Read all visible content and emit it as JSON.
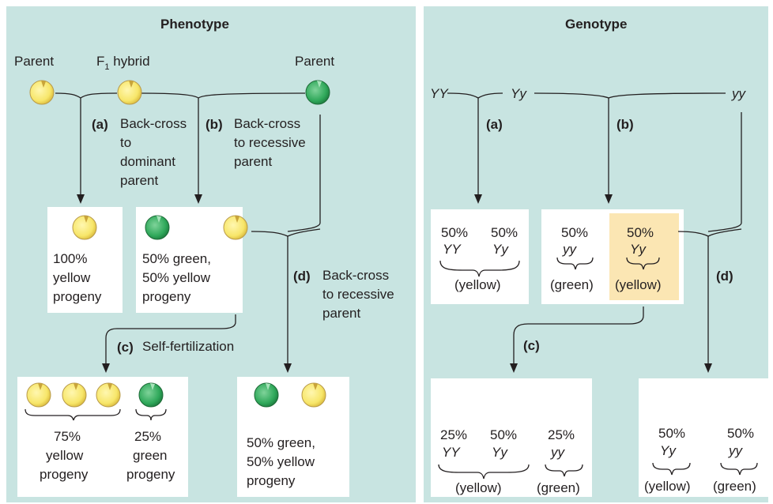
{
  "phenotype": {
    "title": "Phenotype",
    "parent_left": "Parent",
    "f1_prefix": "F",
    "f1_sub": "1",
    "f1_suffix": " hybrid",
    "parent_right": "Parent",
    "cross_a": {
      "label": "(a)",
      "text": [
        "Back-cross",
        "to",
        "dominant",
        "parent"
      ]
    },
    "cross_b": {
      "label": "(b)",
      "text": [
        "Back-cross",
        "to recessive",
        "parent"
      ]
    },
    "cross_c": {
      "label": "(c)",
      "text": "Self-fertilization"
    },
    "cross_d": {
      "label": "(d)",
      "text": [
        "Back-cross",
        "to recessive",
        "parent"
      ]
    },
    "box_a": [
      "100%",
      "yellow",
      "progeny"
    ],
    "box_b": [
      "50% green,",
      "50% yellow",
      "progeny"
    ],
    "box_c_yellow": [
      "75%",
      "yellow",
      "progeny"
    ],
    "box_c_green": [
      "25%",
      "green",
      "progeny"
    ],
    "box_d": [
      "50% green,",
      "50% yellow",
      "progeny"
    ]
  },
  "genotype": {
    "title": "Genotype",
    "g_yy_dom": "YY",
    "g_yy_het": "Yy",
    "g_yy_rec": "yy",
    "label_a": "(a)",
    "label_b": "(b)",
    "label_c": "(c)",
    "label_d": "(d)",
    "box_a": {
      "p1": "50%",
      "g1": "YY",
      "p2": "50%",
      "g2": "Yy",
      "pheno": "(yellow)"
    },
    "box_b": {
      "p1": "50%",
      "g1": "yy",
      "pheno1": "(green)",
      "p2": "50%",
      "g2": "Yy",
      "pheno2": "(yellow)"
    },
    "box_c": {
      "p1": "25%",
      "g1": "YY",
      "p2": "50%",
      "g2": "Yy",
      "pheno1": "(yellow)",
      "p3": "25%",
      "g3": "yy",
      "pheno2": "(green)"
    },
    "box_d": {
      "p1": "50%",
      "g1": "Yy",
      "pheno1": "(yellow)",
      "p2": "50%",
      "g2": "yy",
      "pheno2": "(green)"
    }
  },
  "colors": {
    "panel": "#c8e4e1",
    "yellow_pea": "#f7e66a",
    "green_pea": "#2fa85a",
    "highlight": "#fbe6b3",
    "line": "#231f20"
  }
}
